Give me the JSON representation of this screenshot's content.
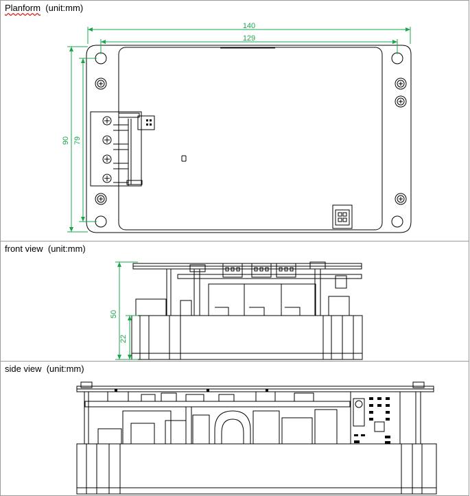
{
  "panels": {
    "planform": {
      "title": "Planform",
      "unit": "(unit:mm)"
    },
    "front": {
      "title": "front view",
      "unit": "(unit:mm)"
    },
    "side": {
      "title": "side view",
      "unit": "(unit:mm)"
    }
  },
  "dimensions": {
    "plan_width_outer": "140",
    "plan_width_inner": "129",
    "plan_height_outer": "90",
    "plan_height_inner": "79",
    "front_height_total": "50",
    "front_height_base": "22"
  },
  "colors": {
    "dimension_line": "#1aa64b",
    "outline": "#000000",
    "panel_border": "#9a9a9a"
  }
}
